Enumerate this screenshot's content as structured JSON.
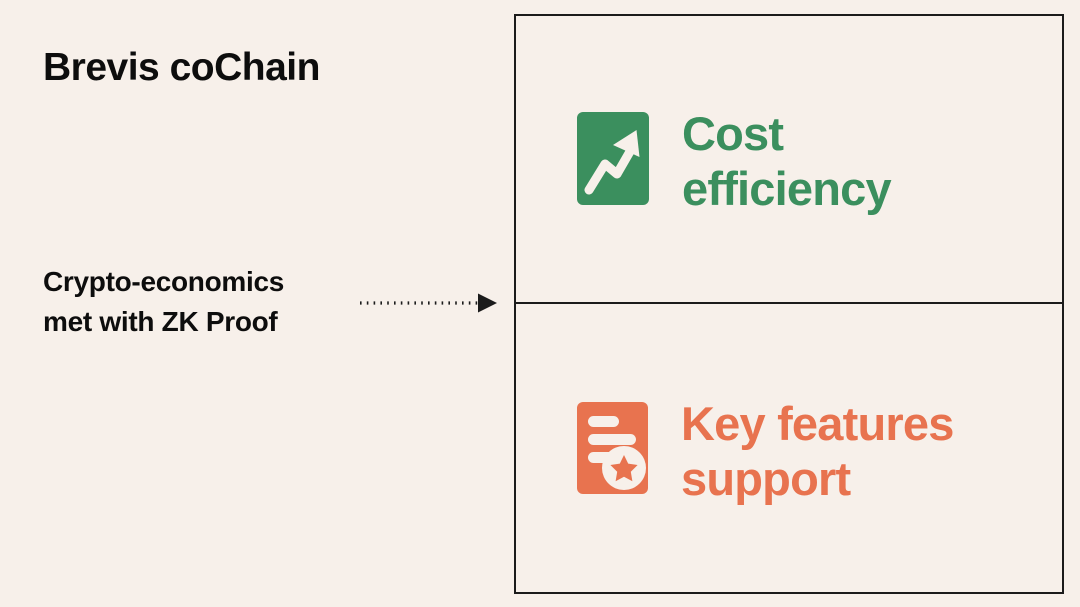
{
  "slide": {
    "title": "Brevis coChain",
    "caption": {
      "line1": "Crypto-economics",
      "line2": "met with ZK Proof"
    },
    "connector": {
      "icon": "dotted-arrow-right-icon"
    },
    "panel": {
      "cells": [
        {
          "icon": "trending-up-chart-icon",
          "label_line1": "Cost",
          "label_line2": "efficiency",
          "color": "#3b8f5e"
        },
        {
          "icon": "certificate-star-document-icon",
          "label_line1": "Key features",
          "label_line2": "support",
          "color": "#e8734f"
        }
      ]
    }
  },
  "colors": {
    "background": "#f7f0ea",
    "text": "#0d0d0d",
    "border": "#1b1b1b",
    "green": "#3b8f5e",
    "orange": "#e8734f",
    "icon_glyph": "#f7f0ea"
  }
}
